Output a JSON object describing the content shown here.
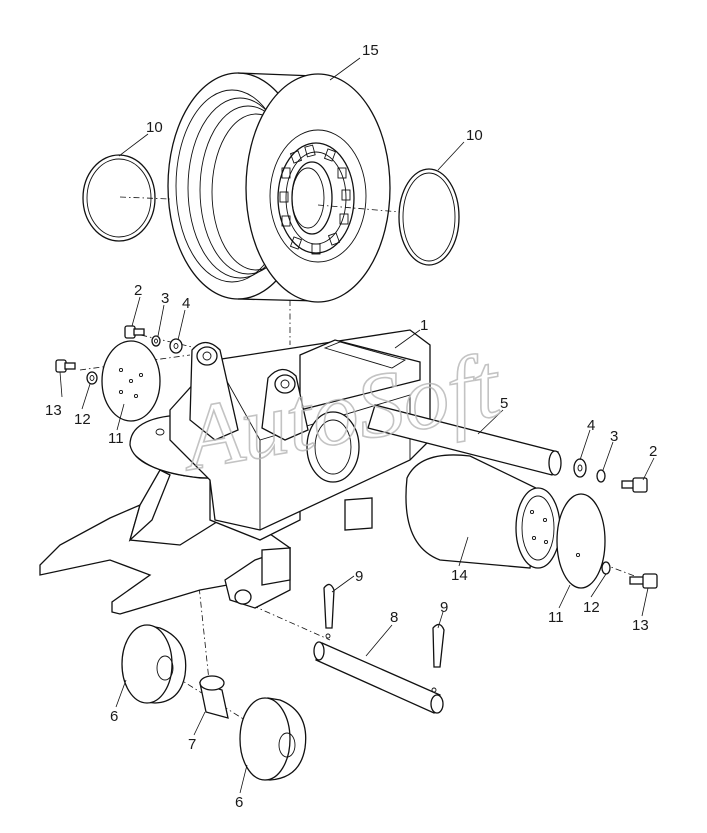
{
  "watermark": "AutoSoft",
  "callouts": [
    {
      "id": "c15a",
      "text": "15"
    },
    {
      "id": "c10a",
      "text": "10"
    },
    {
      "id": "c10b",
      "text": "10"
    },
    {
      "id": "c1",
      "text": "1"
    },
    {
      "id": "c2a",
      "text": "2"
    },
    {
      "id": "c3a",
      "text": "3"
    },
    {
      "id": "c4a",
      "text": "4"
    },
    {
      "id": "c13a",
      "text": "13"
    },
    {
      "id": "c12a",
      "text": "12"
    },
    {
      "id": "c11a",
      "text": "11"
    },
    {
      "id": "c5",
      "text": "5"
    },
    {
      "id": "c4b",
      "text": "4"
    },
    {
      "id": "c3b",
      "text": "3"
    },
    {
      "id": "c2b",
      "text": "2"
    },
    {
      "id": "c14",
      "text": "14"
    },
    {
      "id": "c11b",
      "text": "11"
    },
    {
      "id": "c12b",
      "text": "12"
    },
    {
      "id": "c13b",
      "text": "13"
    },
    {
      "id": "c9a",
      "text": "9"
    },
    {
      "id": "c8",
      "text": "8"
    },
    {
      "id": "c9b",
      "text": "9"
    },
    {
      "id": "c6a",
      "text": "6"
    },
    {
      "id": "c7",
      "text": "7"
    },
    {
      "id": "c6b",
      "text": "6"
    }
  ]
}
